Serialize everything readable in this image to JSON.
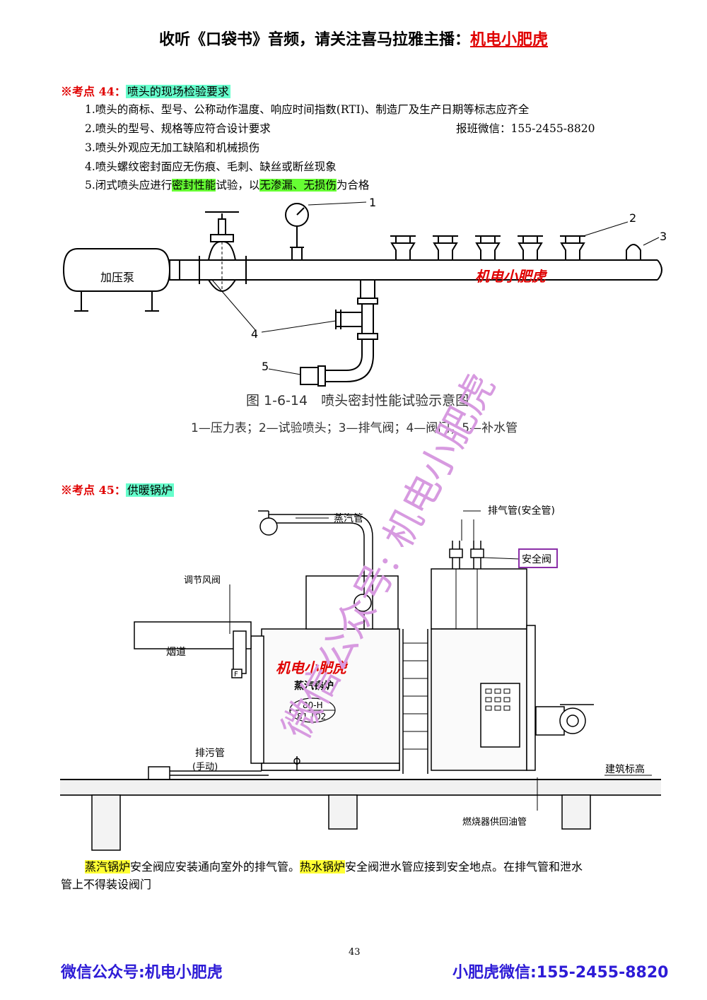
{
  "header": {
    "prefix": "收听《口袋书》音频，请关注喜马拉雅主播：",
    "brand": "机电小肥虎"
  },
  "section44": {
    "marker": "※考点 44：",
    "title": "喷头的现场检验要求",
    "items": [
      "1.喷头的商标、型号、公称动作温度、响应时间指数(RTI)、制造厂及生产日期等标志应齐全",
      "2.喷头的型号、规格等应符合设计要求",
      "3.喷头外观应无加工缺陷和机械损伤",
      "4.喷头螺纹密封面应无伤痕、毛刺、缺丝或断丝现象"
    ],
    "contact": "报班微信：155-2455-8820",
    "item5": {
      "a": "5.闭式喷头应进行",
      "b": "密封性能",
      "c": "试验，以",
      "d": "无渗漏、无损伤",
      "e": "为合格"
    },
    "figure": {
      "pump_label": "加压泵",
      "brand": "机电小肥虎",
      "callouts": [
        "1",
        "2",
        "3",
        "4",
        "5"
      ],
      "caption": "图 1-6-14　喷头密封性能试验示意图",
      "legend": "1—压力表；2—试验喷头；3—排气阀；4—阀门；5—补水管"
    }
  },
  "section45": {
    "marker": "※考点 45：",
    "title": "供暖锅炉",
    "figure": {
      "steam_pipe": "蒸汽管",
      "exhaust_pipe": "排气管(安全管)",
      "safety_valve": "安全阀",
      "damper": "调节风阀",
      "flue": "烟道",
      "brand": "机电小肥虎",
      "boiler": "蒸汽锅炉",
      "model_top": "80-H",
      "model_bl": "81",
      "model_br": "02",
      "blowdown": "排污管",
      "manual": "(手动)",
      "building_level": "建筑标高",
      "fuel_pipe": "燃烧器供回油管",
      "f_mark": "F"
    },
    "para": {
      "a": "蒸汽锅炉",
      "b": "安全阀应安装通向室外的排气管。",
      "c": "热水锅炉",
      "d": "安全阀泄水管应接到安全地点。在排气管和泄水",
      "e": "管上不得装设阀门"
    }
  },
  "watermark": "微信公众号: 机电小肥虎",
  "page_number": "43",
  "footer": {
    "left": "微信公众号:机电小肥虎",
    "right": "小肥虎微信:155-2455-8820"
  }
}
